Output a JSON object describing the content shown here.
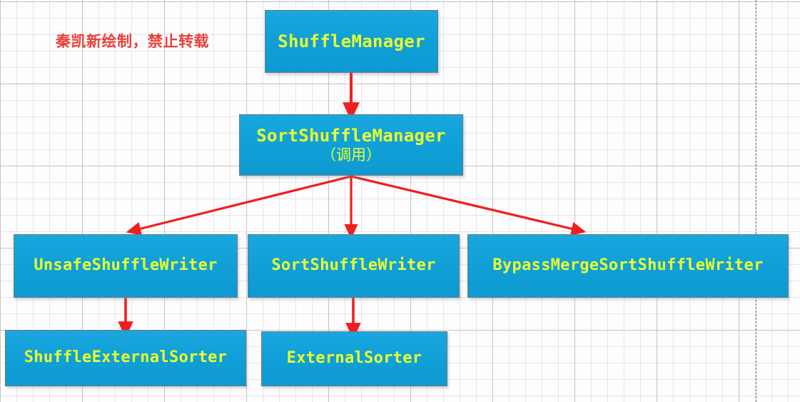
{
  "diagram": {
    "title_watermark": "秦凯新绘制，禁止转载",
    "accent_box_color": "#0f9fd6",
    "accent_text_color": "#eaff2e",
    "arrow_color": "#f01f1f",
    "watermark_color": "#e8403a",
    "nodes": [
      {
        "id": "shuffle-manager",
        "label": "ShuffleManager",
        "sublabel": ""
      },
      {
        "id": "sort-shuffle-manager",
        "label": "SortShuffleManager",
        "sublabel": "（调用）"
      },
      {
        "id": "unsafe-shuffle-writer",
        "label": "UnsafeShuffleWriter",
        "sublabel": ""
      },
      {
        "id": "sort-shuffle-writer",
        "label": "SortShuffleWriter",
        "sublabel": ""
      },
      {
        "id": "bypass-merge-sort-shuffle-writer",
        "label": "BypassMergeSortShuffleWriter",
        "sublabel": ""
      },
      {
        "id": "shuffle-external-sorter",
        "label": "ShuffleExternalSorter",
        "sublabel": ""
      },
      {
        "id": "external-sorter",
        "label": "ExternalSorter",
        "sublabel": ""
      }
    ],
    "edges": [
      {
        "from": "ShuffleManager",
        "to": "SortShuffleManager"
      },
      {
        "from": "SortShuffleManager",
        "to": "UnsafeShuffleWriter"
      },
      {
        "from": "SortShuffleManager",
        "to": "SortShuffleWriter"
      },
      {
        "from": "SortShuffleManager",
        "to": "BypassMergeSortShuffleWriter"
      },
      {
        "from": "UnsafeShuffleWriter",
        "to": "ShuffleExternalSorter"
      },
      {
        "from": "SortShuffleWriter",
        "to": "ExternalSorter"
      }
    ]
  }
}
